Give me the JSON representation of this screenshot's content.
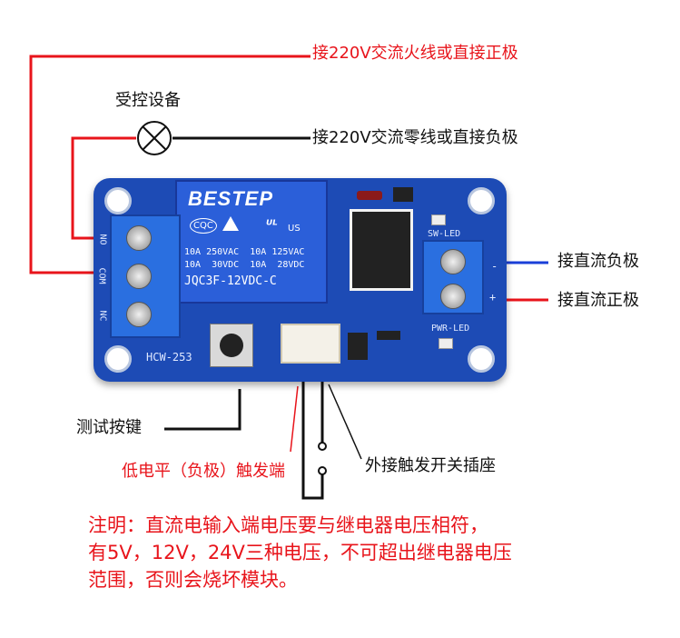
{
  "labels": {
    "live_line": "接220V交流火线或直接正极",
    "controlled_device": "受控设备",
    "neutral_line": "接220V交流零线或直接负极",
    "dc_negative": "接直流负极",
    "dc_positive": "接直流正极",
    "test_button": "测试按键",
    "low_level_trigger": "低电平（负极）触发端",
    "external_switch_socket": "外接触发开关插座"
  },
  "note": {
    "line1": "注明：直流电输入端电压要与继电器电压相符，",
    "line2": "有5V，12V，24V三种电压，不可超出继电器电压",
    "line3": "范围，否则会烧坏模块。"
  },
  "board": {
    "relay_brand": "BESTEP",
    "relay_cert_cqc": "CQC",
    "relay_cert_ul": "US",
    "relay_rating_1": "10A 250VAC  10A 125VAC",
    "relay_rating_2": "10A  30VDC  10A  28VDC",
    "relay_model": "JQC3F-12VDC-C",
    "model_label": "HCW-253",
    "sw_led_label": "SW-LED",
    "pwr_led_label": "PWR-LED",
    "terminal_no": "NO",
    "terminal_com": "COM",
    "terminal_nc": "NC",
    "dc_minus": "-",
    "dc_plus": "+"
  },
  "colors": {
    "wire_red": "#e8141b",
    "wire_black": "#111111",
    "wire_blue": "#1a3fd8",
    "pcb_blue": "#1d4bb5",
    "terminal_blue": "#2a6fe0",
    "relay_blue": "#2b5fd9"
  }
}
